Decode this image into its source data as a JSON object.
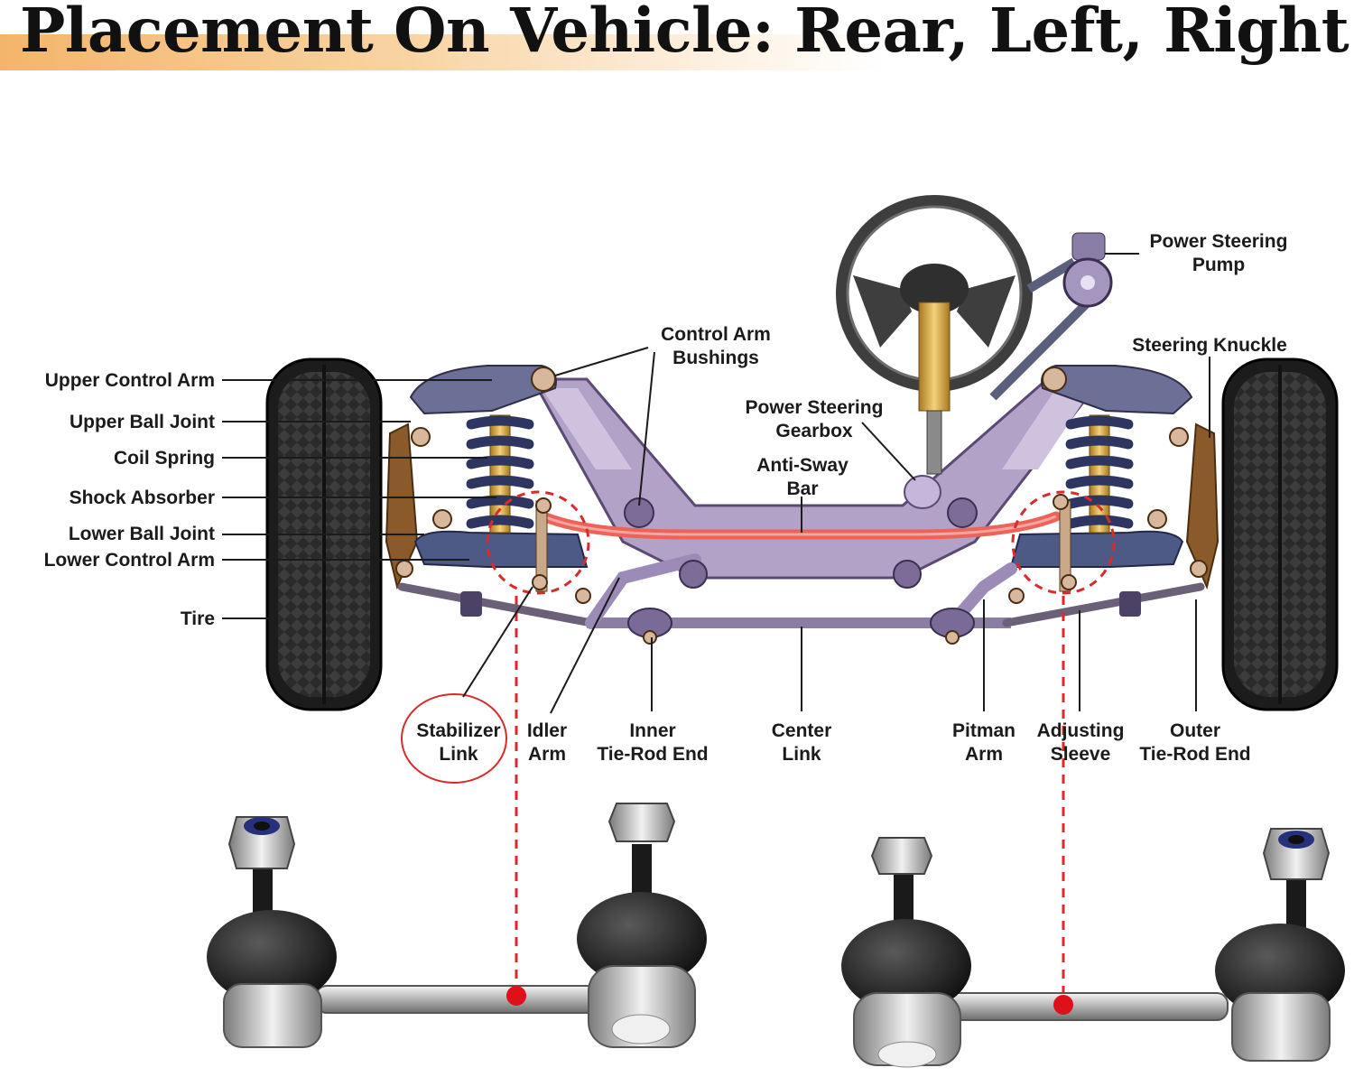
{
  "header": {
    "title": "Placement On Vehicle: Rear, Left, Right"
  },
  "colors": {
    "banner_start": "#f3b56a",
    "frame": "#b3a2c8",
    "anti_sway_bar": "#ec6459",
    "callout_red": "#d92b2b",
    "column_gold": "#e0b24e"
  },
  "labels": {
    "upper_control_arm": "Upper Control Arm",
    "upper_ball_joint": "Upper Ball Joint",
    "coil_spring": "Coil Spring",
    "shock_absorber": "Shock Absorber",
    "lower_ball_joint": "Lower Ball Joint",
    "lower_control_arm": "Lower Control Arm",
    "tire": "Tire",
    "control_arm_bushings": [
      "Control Arm",
      "Bushings"
    ],
    "power_steering_gearbox": [
      "Power Steering",
      "Gearbox"
    ],
    "anti_sway_bar": [
      "Anti-Sway",
      "Bar"
    ],
    "power_steering_pump": [
      "Power Steering",
      "Pump"
    ],
    "steering_knuckle": "Steering Knuckle",
    "stabilizer_link": [
      "Stabilizer",
      "Link"
    ],
    "idler_arm": [
      "Idler",
      "Arm"
    ],
    "inner_tie_rod_end": [
      "Inner",
      "Tie-Rod End"
    ],
    "center_link": [
      "Center",
      "Link"
    ],
    "pitman_arm": [
      "Pitman",
      "Arm"
    ],
    "adjusting_sleeve": [
      "Adjusting",
      "Sleeve"
    ],
    "outer_tie_rod_end": [
      "Outer",
      "Tie-Rod End"
    ]
  }
}
